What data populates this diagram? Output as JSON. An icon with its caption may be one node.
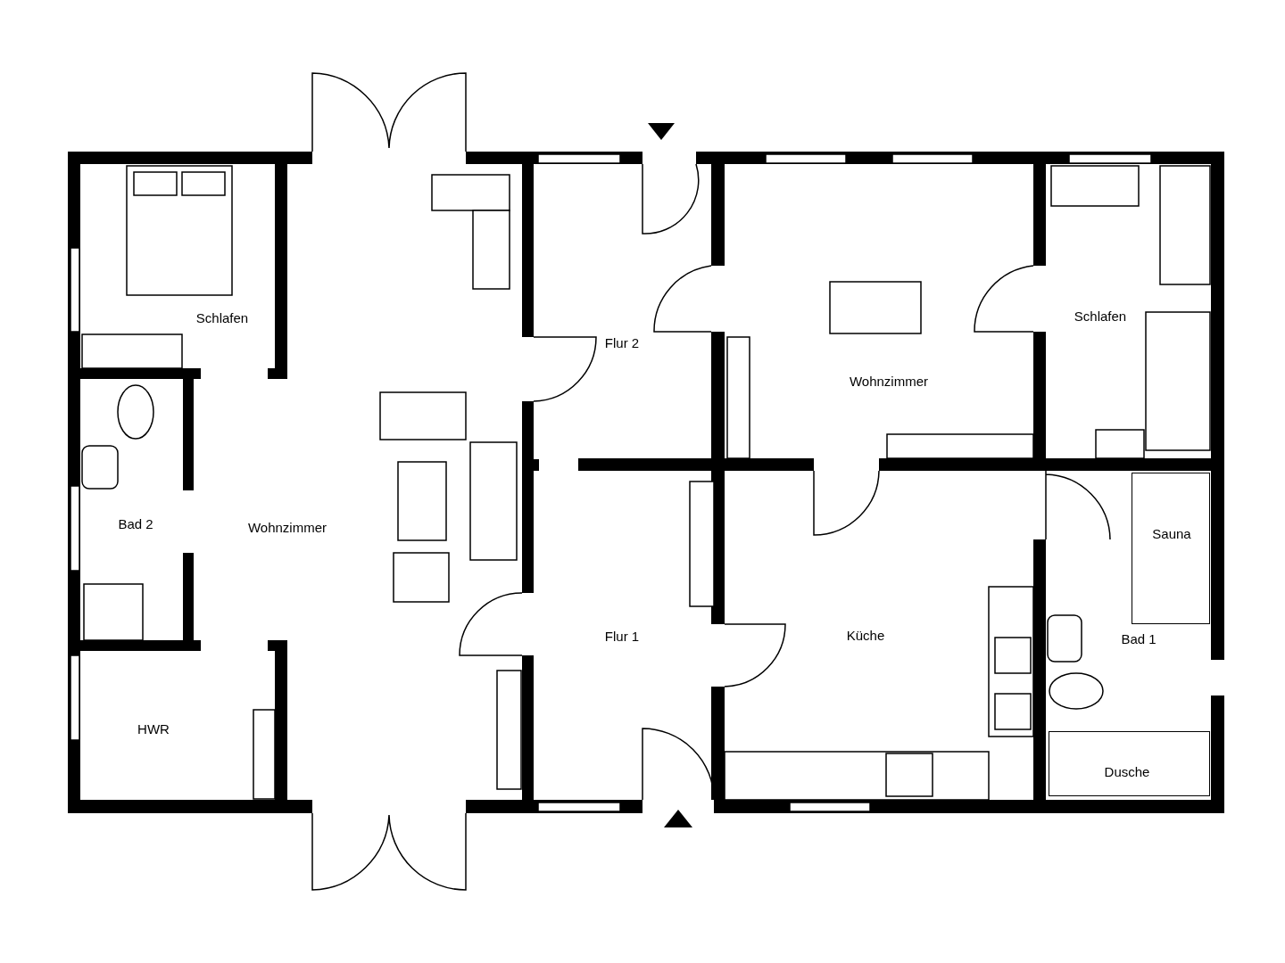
{
  "diagram": {
    "nodes": [
      {
        "text": [
          "Schlafen"
        ]
      },
      {
        "text": [
          "Bad 2"
        ]
      },
      {
        "text": [
          "Wohnzimmer"
        ]
      },
      {
        "text": [
          "HWR"
        ]
      },
      {
        "text": [
          "Flur 2"
        ]
      },
      {
        "text": [
          "Flur 1"
        ]
      },
      {
        "text": [
          "Wohnzimmer"
        ]
      },
      {
        "text": [
          "Schlafen"
        ]
      },
      {
        "text": [
          "Küche"
        ]
      },
      {
        "text": [
          "Bad 1"
        ]
      },
      {
        "text": [
          "Sauna"
        ],
        "in": 9
      },
      {
        "text": [
          "Dusche"
        ],
        "in": 9
      }
    ]
  }
}
